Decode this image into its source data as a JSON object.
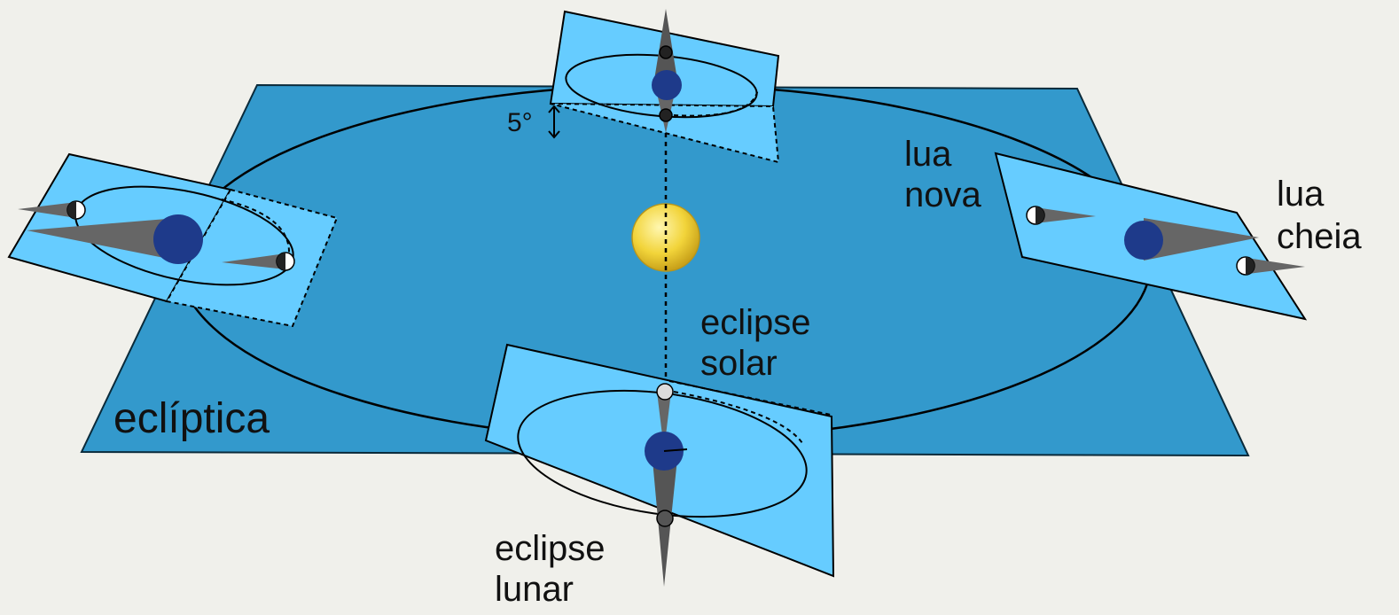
{
  "labels": {
    "ecliptic": "eclíptica",
    "inclination": "5°",
    "new_moon_line1": "lua",
    "new_moon_line2": "nova",
    "full_moon_line1": "lua",
    "full_moon_line2": "cheia",
    "solar_eclipse_line1": "eclipse",
    "solar_eclipse_line2": "solar",
    "lunar_eclipse_line1": "eclipse",
    "lunar_eclipse_line2": "lunar"
  },
  "colors": {
    "background": "#f0f0eb",
    "ecliptic_plane": "#3399cc",
    "orbit_plane": "#66ccff",
    "earth": "#1e3a8a",
    "sun": "#f2d43a",
    "shadow": "#555555",
    "moon": "#ffffff"
  }
}
